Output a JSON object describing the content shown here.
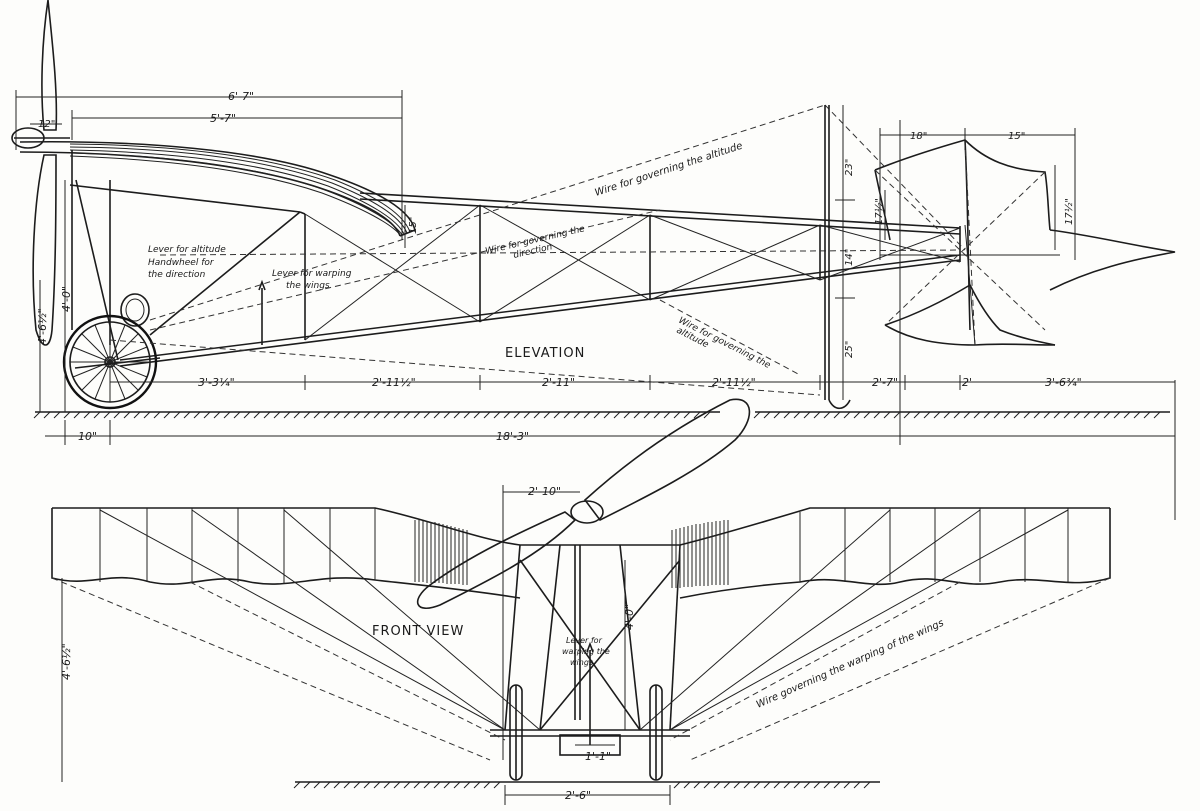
{
  "elevation": {
    "title": "ELEVATION",
    "notes": {
      "lever_altitude": "Lever for altitude",
      "handwheel_1": "Handwheel for",
      "handwheel_2": "the direction",
      "lever_warping_1": "Lever for warping",
      "lever_warping_2": "the wings",
      "wire_altitude_top": "Wire for governing the altitude",
      "wire_direction_1": "Wire for governing the",
      "wire_direction_2": "direction",
      "wire_altitude_bottom_1": "Wire for governing the",
      "wire_altitude_bottom_2": "altitude"
    },
    "dims": {
      "top_overall": "6'-7\"",
      "top_inner": "5'-7\"",
      "prop_hub": "12\"",
      "rise_15": "15\"",
      "height_4_0": "4'-0\"",
      "height_4_6": "4'-6½\"",
      "seg_1": "3'-3¼\"",
      "seg_2": "2'-11½\"",
      "seg_3": "2'-11\"",
      "seg_4": "2'-11½\"",
      "seg_5": "2'-7\"",
      "seg_6": "2'",
      "seg_7": "3'-6¾\"",
      "offset_10": "10\"",
      "overall_length": "18'-3\"",
      "tail_23": "23\"",
      "tail_14": "14\"",
      "tail_25": "25\"",
      "tail_18": "18\"",
      "tail_15": "15\"",
      "tail_17a": "17½\"",
      "tail_17b": "17½\""
    }
  },
  "front": {
    "title": "FRONT VIEW",
    "notes": {
      "lever_1": "Lever for",
      "lever_2": "warping the",
      "lever_3": "wings",
      "wire_warping": "Wire governing the warping of the wings"
    },
    "dims": {
      "hub_width": "2'-10\"",
      "height_4_0": "4'-0\"",
      "height_4_6": "4'-6½\"",
      "axle_1": "1'-1\"",
      "track": "2'-6\""
    }
  }
}
